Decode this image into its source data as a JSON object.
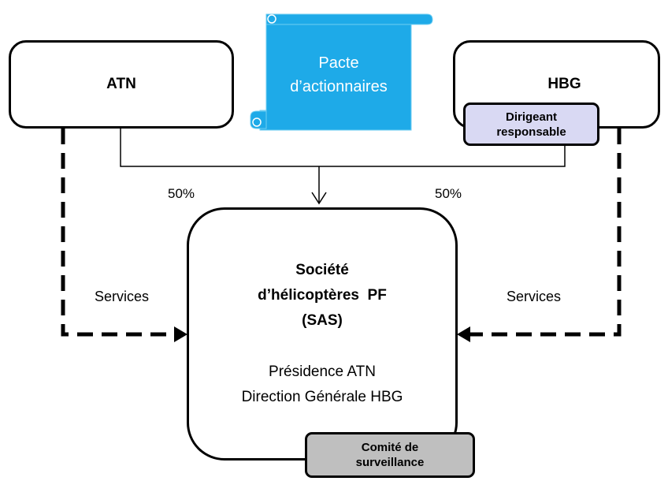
{
  "entities": {
    "left": {
      "label": "ATN"
    },
    "right": {
      "label": "HBG",
      "tag": [
        "Dirigeant",
        "responsable"
      ]
    }
  },
  "scroll": {
    "lines": [
      "Pacte",
      "d’actionnaires"
    ],
    "color": "#1EAAE8"
  },
  "company": {
    "title_lines": [
      "Société",
      "d’hélicoptères  PF",
      "(SAS)"
    ],
    "detail_lines": [
      "Présidence ATN",
      "Direction Générale HBG"
    ],
    "tag": [
      "Comité de",
      "surveillance"
    ]
  },
  "shares": {
    "left": "50%",
    "right": "50%"
  },
  "services": {
    "left": "Services",
    "right": "Services"
  },
  "colors": {
    "tag_dirigeant": "#D9D9F3",
    "tag_comite": "#BFBFBF",
    "line": "#000000"
  }
}
